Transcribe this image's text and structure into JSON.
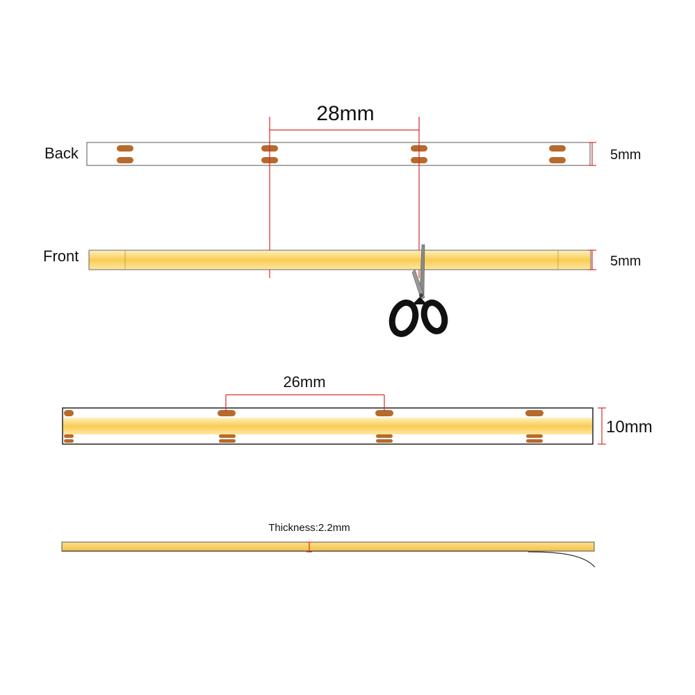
{
  "labels": {
    "back": "Back",
    "front": "Front",
    "pitch_top": "28mm",
    "width_back": "5mm",
    "width_front": "5mm",
    "pitch_bottom": "26mm",
    "width_wide": "10mm",
    "thickness": "Thickness:2.2mm"
  },
  "colors": {
    "led_light": "#FFE59A",
    "led_strong": "#F7C94E",
    "solder_pad": "#B66A2C",
    "dimension_line": "#D62A2A",
    "outline": "#333333",
    "scissor_handle": "#111111",
    "scissor_blade": "#8A8A8A"
  },
  "icons": {
    "scissors": "scissors-icon"
  }
}
